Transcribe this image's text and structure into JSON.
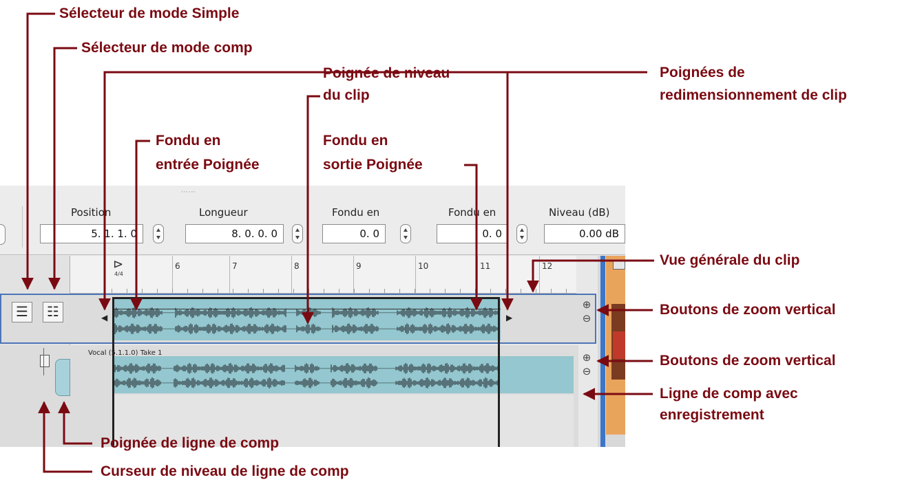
{
  "callouts": {
    "simple_mode": "Sélecteur de mode Simple",
    "comp_mode": "Sélecteur de mode comp",
    "clip_resize_l1": "Poignées de",
    "clip_resize_l2": "redimensionnement de clip",
    "clip_level_l1": "Poignée de niveau",
    "clip_level_l2": "du clip",
    "fade_in_l1": "Fondu en",
    "fade_in_l2": "entrée Poignée",
    "fade_out_l1": "Fondu en",
    "fade_out_l2": "sortie Poignée",
    "clip_overview": "Vue générale du clip",
    "vzoom_1": "Boutons de zoom vertical",
    "vzoom_2": "Boutons de zoom vertical",
    "comp_lane_l1": "Ligne de comp avec",
    "comp_lane_l2": "enregistrement",
    "comp_lane_handle": "Poignée de ligne de comp",
    "comp_lane_level": "Curseur de niveau de ligne de comp"
  },
  "inspector": {
    "grip": "⋯⋯",
    "fields": [
      {
        "label": "Position",
        "value": "5. 1. 1.   0"
      },
      {
        "label": "Longueur",
        "value": "8. 0. 0.   0"
      },
      {
        "label": "Fondu en",
        "value": "0.   0"
      },
      {
        "label": "Fondu en",
        "value": "0.   0"
      },
      {
        "label": "Niveau (dB)",
        "value": "0.00 dB"
      }
    ]
  },
  "ruler": {
    "marker": "⊳",
    "time_sig": "4/4",
    "numbers": [
      "6",
      "7",
      "8",
      "9",
      "10",
      "11",
      "12"
    ]
  },
  "comp_lane": {
    "take_label": "Vocal (5.1.1.0) Take 1"
  },
  "icons": {
    "simple_mode": "☰",
    "comp_mode": "☷",
    "zoom_in": "⊕",
    "zoom_out": "⊖",
    "handle_left": "◀",
    "handle_right": "▶"
  },
  "colors": {
    "callout": "#7a0a12",
    "waveform_bg": "#94c7cf",
    "selection": "#4c74b8"
  }
}
